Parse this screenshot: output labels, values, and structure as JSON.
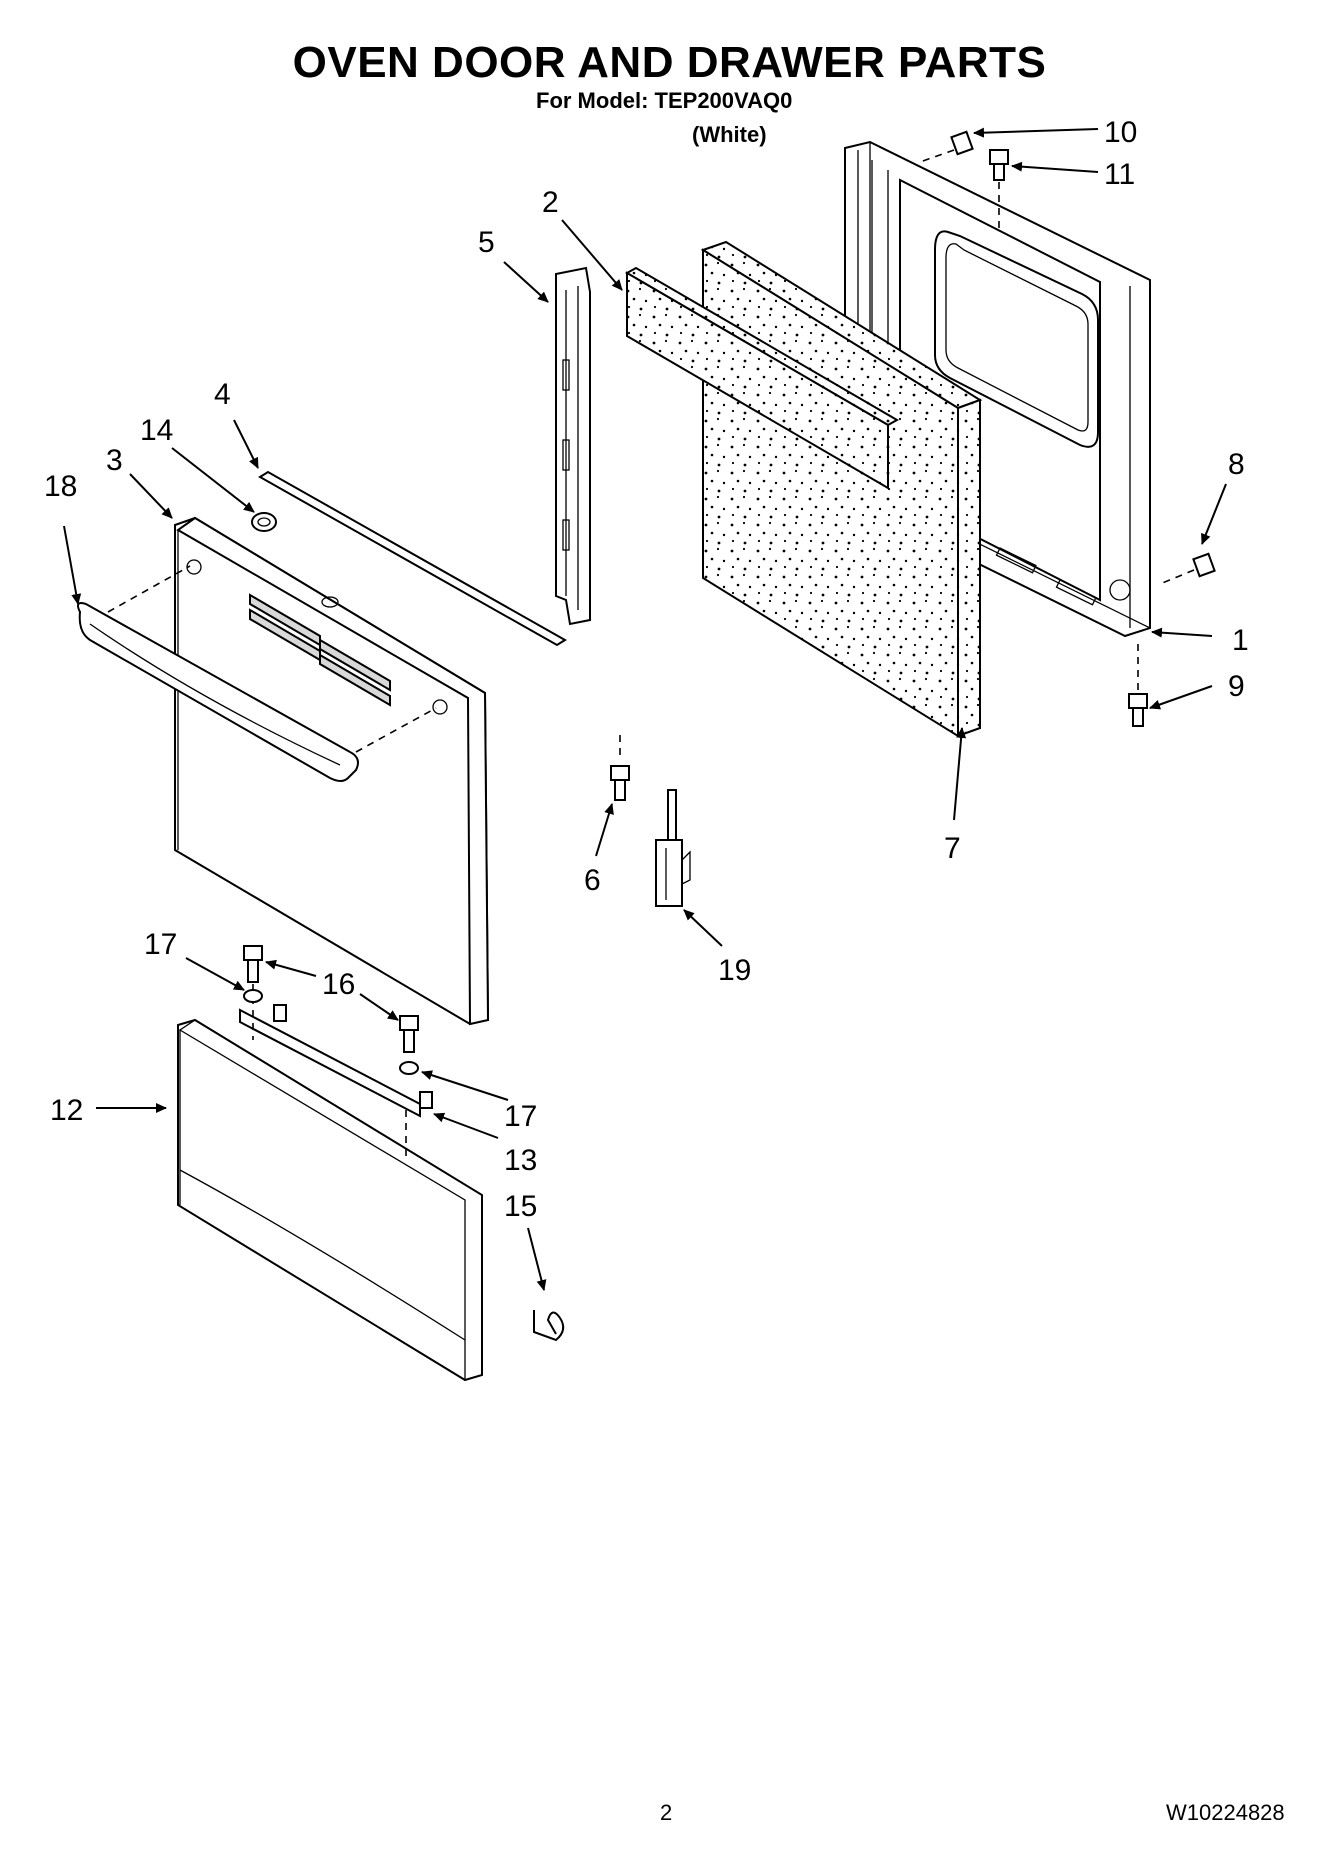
{
  "header": {
    "title": "OVEN DOOR AND DRAWER PARTS",
    "model_line": "For Model: TEP200VAQ0",
    "variant": "(White)"
  },
  "callouts": [
    "1",
    "2",
    "3",
    "4",
    "5",
    "6",
    "7",
    "8",
    "9",
    "10",
    "11",
    "12",
    "13",
    "14",
    "15",
    "16",
    "17",
    "17",
    "18",
    "19"
  ],
  "footer": {
    "page_number": "2",
    "doc_code": "W10224828"
  }
}
